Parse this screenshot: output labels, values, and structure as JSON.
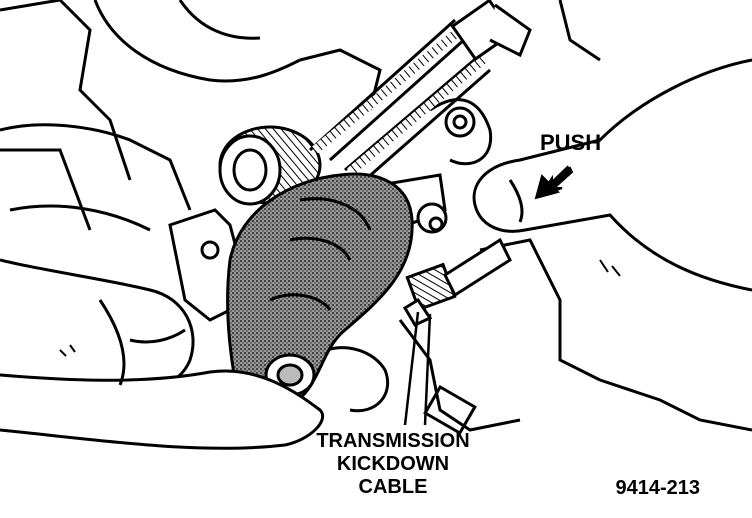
{
  "labels": {
    "push": "PUSH",
    "cable_line1": "TRANSMISSION",
    "cable_line2": "KICKDOWN",
    "cable_line3": "CABLE",
    "figure_id": "9414-213"
  },
  "colors": {
    "ink": "#000000",
    "paper": "#ffffff",
    "shade": "#8a8a8a"
  }
}
